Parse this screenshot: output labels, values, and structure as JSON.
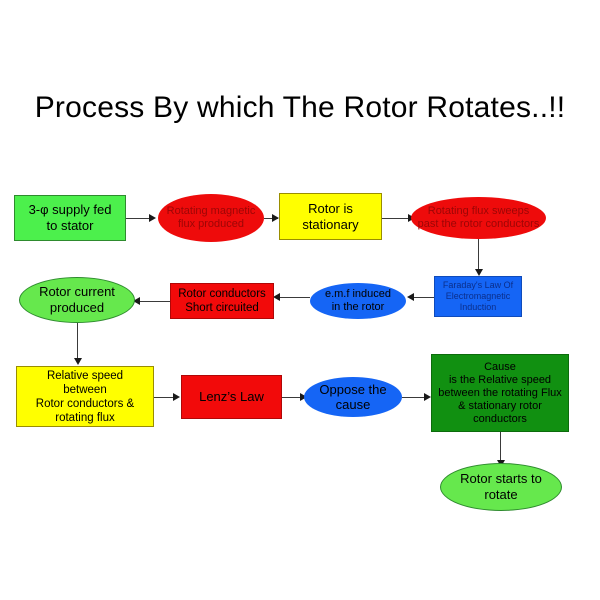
{
  "title": "Process By which The Rotor\nRotates..!!",
  "nodes": {
    "supply": "3-φ supply fed\nto stator",
    "rotating_flux": "Rotating magnetic\nflux produced",
    "rotor_stationary": "Rotor is\nstationary",
    "flux_sweeps": "Rotating flux sweeps\npast the rotor conductors",
    "faraday": "Faraday's Law Of\nElectromagnetic\nInduction",
    "emf": "e.m.f induced\nin the rotor",
    "short_circuited": "Rotor conductors\nShort circuited",
    "rotor_current": "Rotor current\nproduced",
    "relative_speed": "Relative speed\nbetween\nRotor conductors &\nrotating flux",
    "lenz": "Lenz’s Law",
    "oppose": "Oppose the\ncause",
    "cause": "Cause\nis the Relative speed\nbetween the rotating Flux\n& stationary rotor\nconductors",
    "rotor_rotates": "Rotor starts to\nrotate"
  },
  "colors": {
    "green_light": "#4cf04c",
    "green_ellipse": "#66e84d",
    "green_dark": "#119011",
    "yellow": "#ffff00",
    "red": "#f20a0a",
    "blue": "#1565f5",
    "background": "#ffffff",
    "connector": "#3a3a3a",
    "title_text": "#000000"
  }
}
